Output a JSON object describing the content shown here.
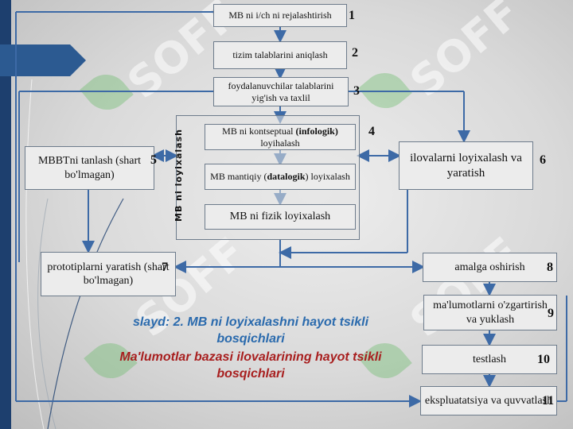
{
  "watermark": "SOFF",
  "vertical_label": "MB ni loyixalash",
  "boxes": {
    "b1": "MB ni i/ch ni rejalashtirish",
    "b2": "tizim talablarini aniqlash",
    "b3": "foydalanuvchilar talablarini yig'ish va taxlil",
    "b4_pre": "MB ni kontseptual ",
    "b4_bold": "(infologik)",
    "b4_post": " loyihalash",
    "b_mantiq_pre": "MB mantiqiy (",
    "b_mantiq_bold": "datalogik",
    "b_mantiq_post": ") loyixalash",
    "b_fizik": "MB ni fizik loyixalash",
    "b5": "MBBTni tanlash (shart bo'lmagan)",
    "b6": "ilovalarni loyixalash va yaratish",
    "b7": "prototiplarni yaratish (shart bo'lmagan)",
    "b8": "amalga oshirish",
    "b9": "ma'lumotlarni o'zgartirish va yuklash",
    "b10": "testlash",
    "b11": "ekspluatatsiya va quvvatlash"
  },
  "numbers": {
    "n1": "1",
    "n2": "2",
    "n3": "3",
    "n4": "4",
    "n5": "5",
    "n6": "6",
    "n7": "7",
    "n8": "8",
    "n9": "9",
    "n10": "10",
    "n11": "11"
  },
  "caption": {
    "line1": "slayd: 2. MB ni loyixalashni hayot tsikli bosqichlari",
    "line2": "Ma'lumotlar bazasi ilovalarining hayot tsikli bosqichlari"
  },
  "colors": {
    "left_bar": "#1d3f6e",
    "connector": "#3d6aa6",
    "caption_blue": "#2a6aad",
    "caption_red": "#a81f1f"
  }
}
